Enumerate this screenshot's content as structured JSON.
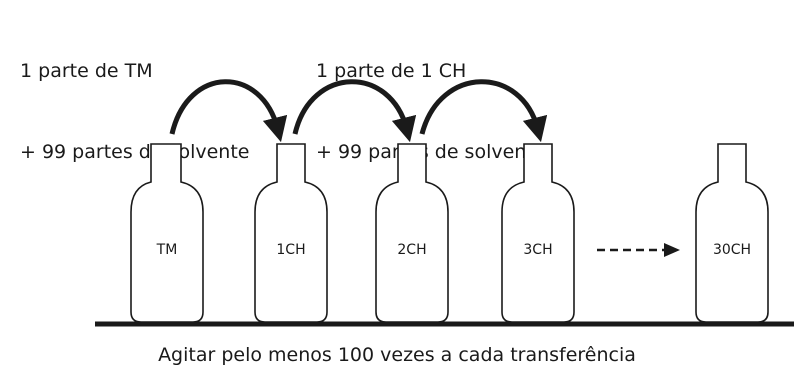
{
  "annotations": {
    "first": [
      "1 parte de TM",
      "+ 99 partes de solvente"
    ],
    "second": [
      "1 parte de 1 CH",
      "+ 99 partes de solvente"
    ]
  },
  "bottles": [
    {
      "id": "tm",
      "label": "TM"
    },
    {
      "id": "1ch",
      "label": "1CH"
    },
    {
      "id": "2ch",
      "label": "2CH"
    },
    {
      "id": "3ch",
      "label": "3CH"
    },
    {
      "id": "30ch",
      "label": "30CH"
    }
  ],
  "caption": "Agitar pelo menos 100 vezes a cada transferência",
  "colors": {
    "ink": "#1a1a1a",
    "background": "#ffffff"
  }
}
